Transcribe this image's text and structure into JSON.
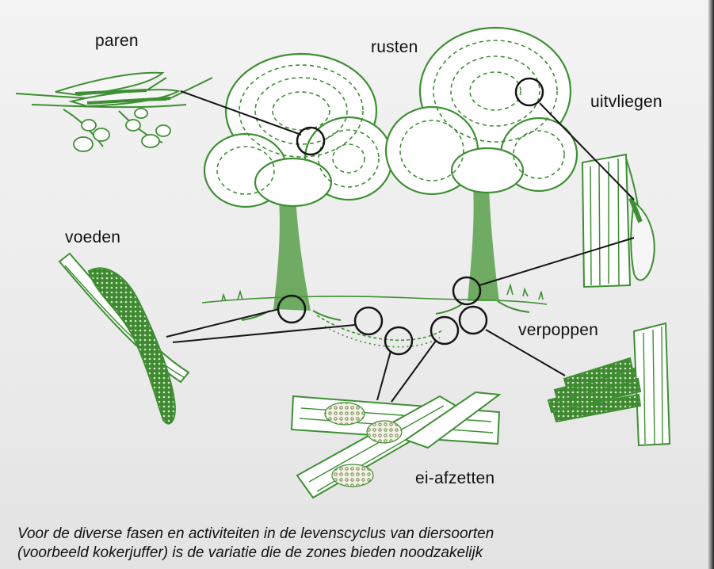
{
  "labels": {
    "paren": "paren",
    "rusten": "rusten",
    "uitvliegen": "uitvliegen",
    "voeden": "voeden",
    "verpoppen": "verpoppen",
    "ei_afzetten": "ei-afzetten"
  },
  "caption": {
    "line1": "Voor de diverse fasen en activiteiten in de levenscyclus van diersoorten",
    "line2": "(voorbeeld kokerjuffer) is de variatie die de zones bieden noodzakelijk"
  },
  "colors": {
    "illustration_green": "#3e8f33",
    "leader_line": "#151515",
    "background": "#efefef"
  }
}
